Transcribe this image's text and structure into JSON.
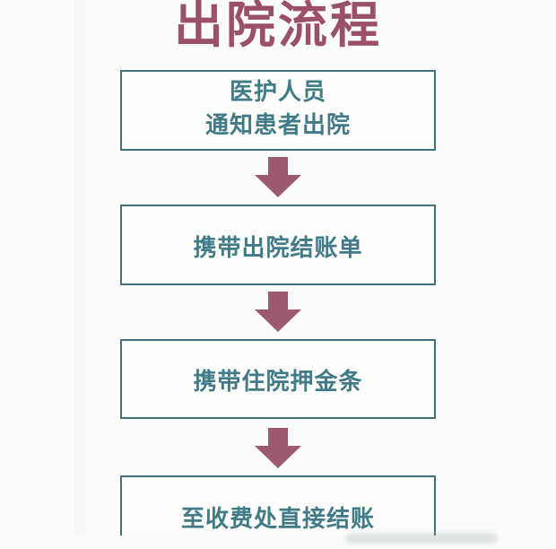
{
  "page": {
    "title": "出院流程"
  },
  "flowchart": {
    "steps": [
      {
        "name": "notify-discharge",
        "lines": [
          "医护人员",
          "通知患者出院"
        ]
      },
      {
        "name": "bring-bill",
        "lines": [
          "携带出院结账单"
        ]
      },
      {
        "name": "bring-deposit-slip",
        "lines": [
          "携带住院押金条"
        ]
      },
      {
        "name": "settle-at-cashier",
        "lines": [
          "至收费处直接结账"
        ]
      }
    ],
    "connector_icon": "down-arrow-icon",
    "colors": {
      "bg": "#fcfcfa",
      "title": "#9a5068",
      "arrow": "#9c5a70",
      "box_border": "#43707b",
      "box_text": "#417b88"
    }
  }
}
